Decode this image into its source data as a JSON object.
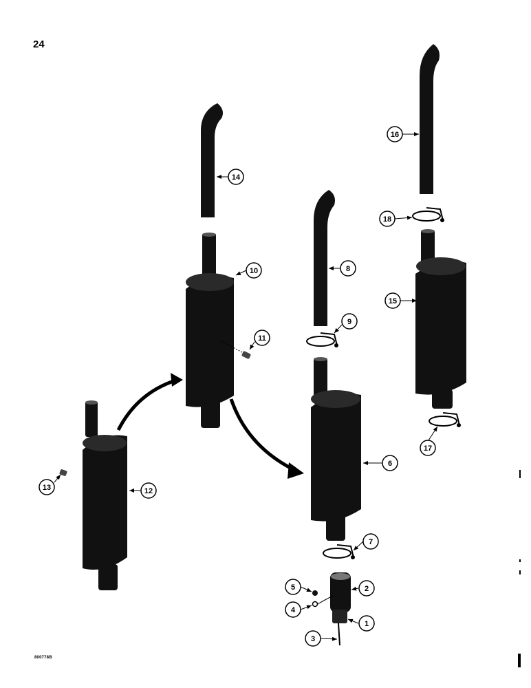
{
  "page": {
    "number": "24",
    "figure_code": "800778B"
  },
  "callouts": [
    "1",
    "2",
    "3",
    "4",
    "5",
    "6",
    "7",
    "8",
    "9",
    "10",
    "11",
    "12",
    "13",
    "14",
    "15",
    "16",
    "17",
    "18"
  ],
  "colors": {
    "ink": "#000000",
    "paper": "#ffffff",
    "part_fill": "#111111"
  }
}
